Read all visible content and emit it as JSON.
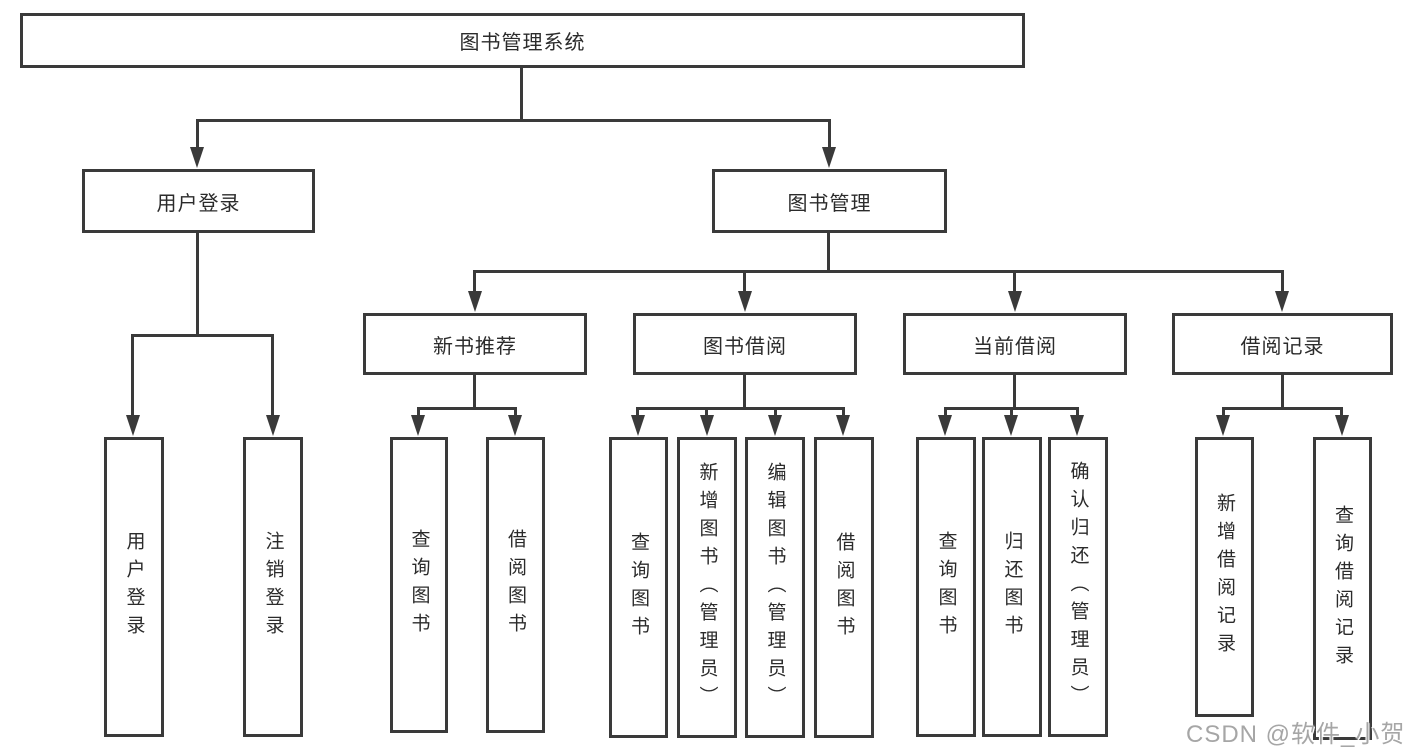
{
  "diagram_title": "图书管理系统",
  "colors": {
    "line": "#3a3a3a",
    "text": "#2b2b2b",
    "watermark": "#a6a6a6",
    "background": "#ffffff"
  },
  "root": {
    "label": "图书管理系统"
  },
  "branches": [
    {
      "label": "用户登录",
      "children": [
        {
          "label": "用户登录"
        },
        {
          "label": "注销登录"
        }
      ]
    },
    {
      "label": "图书管理",
      "children": [
        {
          "label": "新书推荐",
          "children": [
            {
              "label": "查询图书"
            },
            {
              "label": "借阅图书"
            }
          ]
        },
        {
          "label": "图书借阅",
          "children": [
            {
              "label": "查询图书"
            },
            {
              "label": "新增图书（管理员）"
            },
            {
              "label": "编辑图书（管理员）"
            },
            {
              "label": "借阅图书"
            }
          ]
        },
        {
          "label": "当前借阅",
          "children": [
            {
              "label": "查询图书"
            },
            {
              "label": "归还图书"
            },
            {
              "label": "确认归还（管理员）"
            }
          ]
        },
        {
          "label": "借阅记录",
          "children": [
            {
              "label": "新增借阅记录"
            },
            {
              "label": "查询借阅记录"
            }
          ]
        }
      ]
    }
  ],
  "watermark": {
    "text": "CSDN @软件_小贺同学"
  }
}
